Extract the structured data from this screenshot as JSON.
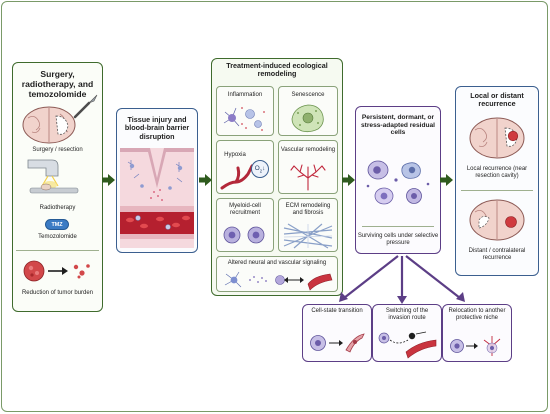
{
  "colors": {
    "green": "#3f6b2d",
    "blue": "#3b5f8f",
    "purple": "#5c3e86",
    "tumor": "#c0393b",
    "arrow": "#2f5b1e"
  },
  "panel1": {
    "title": "Surgery, radiotherapy, and temozolomide",
    "surgery_label": "Surgery / resection",
    "radiotherapy_label": "Radiotherapy",
    "temozolomide_label": "Temozolomide",
    "temozolomide_pill": "TMZ",
    "reduction_label": "Reduction of tumor burden"
  },
  "panel2": {
    "title": "Tissue injury and blood-brain barrier disruption"
  },
  "panel3": {
    "title": "Treatment-induced ecological remodeling",
    "cells": [
      {
        "label": "Inflammation"
      },
      {
        "label": "Senescence"
      },
      {
        "label": "Hypoxia"
      },
      {
        "label": "Vascular remodeling"
      },
      {
        "label": "Myeloid-cell recruitment"
      },
      {
        "label": "ECM remodeling and fibrosis"
      }
    ],
    "o2_label": "O",
    "o2_sub": "2",
    "o2_arrow": "↓",
    "bottom_label": "Altered neural and vascular signaling"
  },
  "panel4": {
    "title": "Persistent, dormant, or stress-adapted residual cells",
    "footer": "Surviving cells under selective pressure"
  },
  "panel5": {
    "title": "Local or distant recurrence",
    "local_label": "Local recurrence (near resection cavity)",
    "distant_label": "Distant / contralateral recurrence"
  },
  "routes": [
    {
      "label": "Cell-state transition"
    },
    {
      "label": "Switching of the invasion route"
    },
    {
      "label": "Relocation to another protective niche"
    }
  ]
}
